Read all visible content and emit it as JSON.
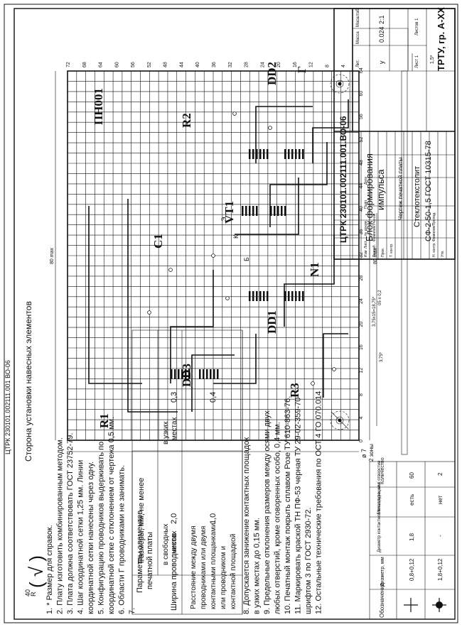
{
  "doc_code": "ЦТРК 230101.002111.001.ВО-06",
  "corner_code": "ЦТРК 230101.002111.001 ВО-06",
  "side_label": "Сторона установки навесных элементов",
  "pcb_code": "ПН001",
  "components": [
    "R1",
    "DD3",
    "C1",
    "R2",
    "VT1",
    "DD2",
    "DD1",
    "N1",
    "R3"
  ],
  "markers": [
    "Б",
    "К",
    "Э"
  ],
  "view_letter": "Г",
  "roughness": {
    "ra": "R",
    "ra_value": "40",
    "symbol": "( √ )"
  },
  "grid_x_ticks": [
    "0",
    "4",
    "8",
    "12",
    "16",
    "20",
    "24",
    "28",
    "32",
    "36",
    "40",
    "44",
    "48",
    "52",
    "56",
    "60",
    "64"
  ],
  "grid_y_ticks": [
    "72",
    "68",
    "64",
    "60",
    "56",
    "52",
    "48",
    "44",
    "40",
    "36",
    "32",
    "28",
    "24",
    "20",
    "16",
    "12",
    "8",
    "4"
  ],
  "dims": {
    "width": "80 max",
    "height": "80 max",
    "pitch_small": "3,75*",
    "pitch_long": "3,75х15=18,75*",
    "tol": "05 ± 0,2",
    "hole": "ø 7",
    "zones": "2 зоны",
    "plate": "1,5*"
  },
  "notes": [
    "1. * Размер для справок.",
    "2. Плату изготовить комбинированным методом.",
    "3. Плата должна соответствовать ГОСТ 23752-79.",
    "4. Шаг координатной сетки 1,25 мм. Линии",
    "координатной сетки нанесены через одну.",
    "5. Конфигурацию проводников выдерживать по",
    "координатной сетке с отклонением от чертежа   0,5 мм.",
    "6. Области Г проводниками не занимать.",
    "7."
  ],
  "notes_after": [
    "8. Допускается занижение контактных площадок",
    "в узких местах до 0,15 мм.",
    "9. Предельные отклонения размеров между осями двух",
    "любых отверстий, кроме оговоренных особо,   0,4 мм.",
    "10. Печатный монтаж покрыть сплавом Розе ТУ 610-863-76.",
    "11. Маркировать краской ТН ПФ-53 черная ТУ 29-02-359-70",
    "шрифтом 3 по ГОСТ 2930-72.",
    "12. Остальные технические требования по ОСТ 4 ГО 070.014"
  ],
  "table7": {
    "c1": [
      "Параметры элементов",
      "печатной платы"
    ],
    "c2": "Размеры, мм, не менее",
    "s1": [
      "в свободных",
      "местах"
    ],
    "s2": [
      "в узких",
      "местах"
    ],
    "row1": {
      "p": "Ширина проводников",
      "a": "2,0",
      "b": "0,3"
    },
    "row2": {
      "p": [
        "Расстояние между двумя",
        "проводниками или двумя",
        "контактными площанками",
        "или проводником и",
        "контактной площадкой"
      ],
      "a": "1,0",
      "b": "0,4"
    }
  },
  "holes_table": {
    "headers": [
      "Обозначение",
      "Диаметр, мм",
      "Диаметр контактной площадки, мм",
      "Металлизация в отверстии",
      "Количество"
    ],
    "rows": [
      {
        "d": "0,8+0,12",
        "pad": "1,8",
        "metal": "есть",
        "qty": "60"
      },
      {
        "d": "1,8+0,12",
        "pad": "-",
        "metal": "нет",
        "qty": "2"
      }
    ]
  },
  "title_block": {
    "name": [
      "Блок формирования",
      "импульса"
    ],
    "doc": "Чертеж печатной платы",
    "mat": [
      "Стеклотекстолит",
      "СФ-2-50-1,5 ГОСТ 10315-78"
    ],
    "org": "ТРТУ, гр. А-XX",
    "lit": "Лит.",
    "mass": "Масса",
    "scale": "Масштаб",
    "lit_v": "у",
    "mass_v": "0.024",
    "scale_v": "2:1",
    "sheet": "Лист 1",
    "sheets": "Листов 1",
    "cols": [
      "Изм",
      "Лист",
      "№ докум.",
      "Подп.",
      "Дата"
    ],
    "roles": [
      "Разраб.",
      "Пров.",
      "Т. контр.",
      "Н. контр.",
      "Утв."
    ],
    "fio": "Фамилия/Ученик",
    "fio2": "Фамилия/Препод."
  }
}
